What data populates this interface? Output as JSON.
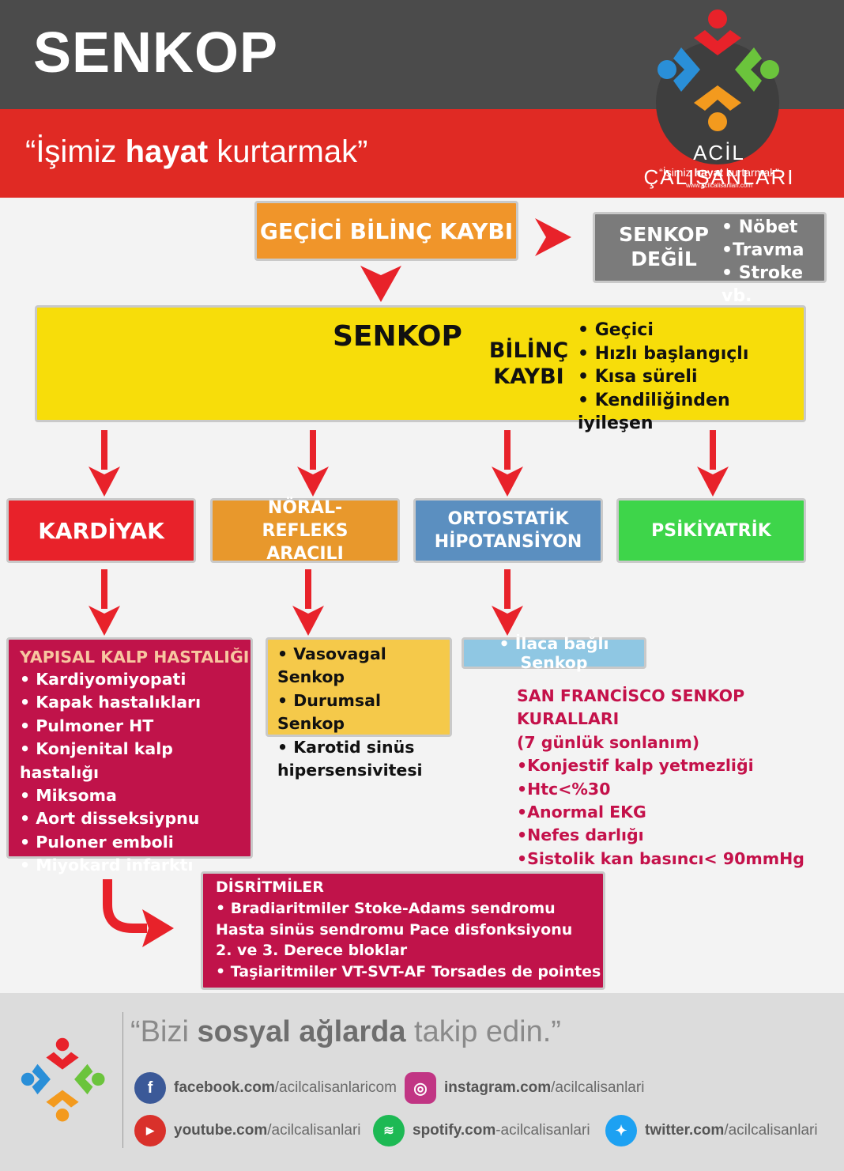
{
  "header": {
    "title": "SENKOP",
    "slogan_pre": "“İşimiz ",
    "slogan_bold": "hayat",
    "slogan_post": " kurtarmak”"
  },
  "brand": {
    "name": "ACİL ÇALIŞANLARI",
    "slogan_pre": "“İşimiz ",
    "slogan_bold": "hayat",
    "slogan_post": " kurtarmak”",
    "url": "www.acilcalisanlari.com"
  },
  "top": {
    "gecici": "GEÇİCİ BİLİNÇ KAYBI",
    "not_label": "SENKOP DEĞİL",
    "not_items": [
      "• Nöbet",
      "•Travma",
      "• Stroke vb."
    ]
  },
  "senkop": {
    "title": "SENKOP",
    "bilinc": "BİLİNÇ KAYBI",
    "items": [
      "• Geçici",
      "• Hızlı başlangıçlı",
      "• Kısa süreli",
      "• Kendiliğinden iyileşen"
    ]
  },
  "categories": {
    "kardiyak": "KARDİYAK",
    "noral": "NÖRAL-REFLEKS ARACILI",
    "ortostatik": "ORTOSTATİK HİPOTANSİYON",
    "psikiyatrik": "PSİKİYATRİK"
  },
  "yapisal": {
    "title": "YAPISAL KALP HASTALIĞI",
    "items": [
      "• Kardiyomiyopati",
      "• Kapak hastalıkları",
      "• Pulmoner HT",
      "• Konjenital kalp hastalığı",
      "• Miksoma",
      "• Aort disseksiypnu",
      "• Puloner emboli",
      "• Miyokard infarktı"
    ]
  },
  "noral_list": {
    "items": [
      "• Vasovagal Senkop",
      "• Durumsal Senkop",
      "• Karotid sinüs hipersensivitesi"
    ]
  },
  "ilac": "• İlaca bağlı Senkop",
  "sf": {
    "title": "SAN FRANCİSCO SENKOP KURALLARI",
    "subtitle": "(7 günlük sonlanım)",
    "items": [
      "•Konjestif kalp yetmezliği",
      "•Htc<%30",
      "•Anormal EKG",
      "•Nefes darlığı",
      "•Sistolik kan basıncı< 90mmHg"
    ]
  },
  "disritmi": {
    "title": "DİSRİTMİLER",
    "lines": [
      "• Bradiaritmiler Stoke-Adams sendromu",
      "Hasta sinüs sendromu Pace disfonksiyonu",
      "2. ve 3. Derece bloklar",
      "• Taşiaritmiler VT-SVT-AF Torsades de pointes"
    ]
  },
  "footer": {
    "follow_pre": "“Bizi ",
    "follow_bold": "sosyal ağlarda",
    "follow_post": " takip edin.”",
    "facebook": {
      "bold": "facebook.com",
      "rest": "/acilcalisanlaricom",
      "icon": "facebook-icon",
      "color": "#3b5998"
    },
    "instagram": {
      "bold": "instagram.com",
      "rest": "/acilcalisanlari",
      "icon": "instagram-icon",
      "color": "#c13584"
    },
    "youtube": {
      "bold": "youtube.com",
      "rest": "/acilcalisanlari",
      "icon": "youtube-icon",
      "color": "#d9312b"
    },
    "spotify": {
      "bold": "spotify.com",
      "rest": "-acilcalisanlari",
      "icon": "spotify-icon",
      "color": "#1db954"
    },
    "twitter": {
      "bold": "twitter.com",
      "rest": "/acilcalisanlari",
      "icon": "twitter-icon",
      "color": "#1da1f2"
    }
  },
  "colors": {
    "orange": "#f0952a",
    "gray": "#7b7b7b",
    "yellow": "#f7dd0a",
    "red": "#e8222a",
    "noral": "#e8982c",
    "blue": "#5b8fc0",
    "green": "#3ed54a",
    "crimson": "#c0134a",
    "gold": "#f5c94a",
    "lightblue": "#8fc7e3",
    "sftext": "#c4114a"
  }
}
